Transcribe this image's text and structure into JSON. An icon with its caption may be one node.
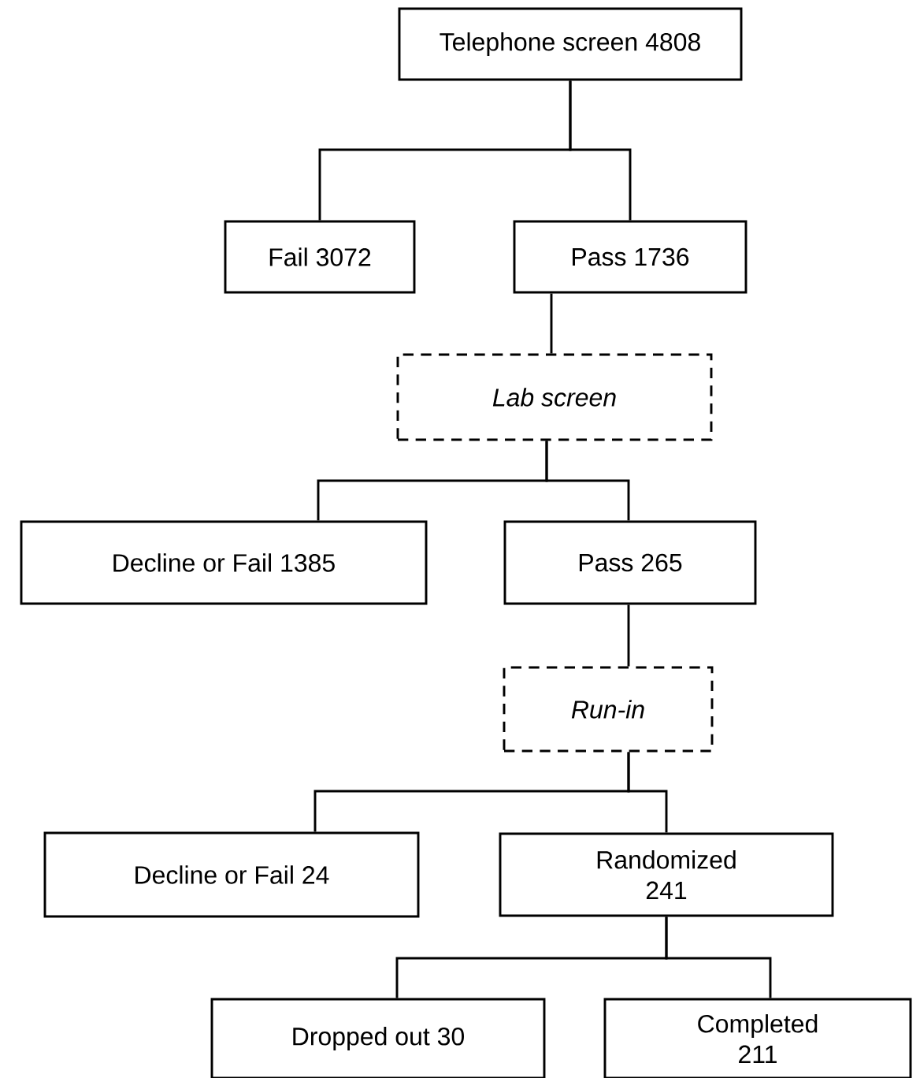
{
  "diagram": {
    "nodes": [
      {
        "text": [
          "Telephone screen 4808"
        ]
      },
      {
        "text": [
          "Fail 3072"
        ]
      },
      {
        "text": [
          "Pass 1736"
        ]
      },
      {
        "text": [
          "Lab screen"
        ]
      },
      {
        "text": [
          "Decline or Fail 1385"
        ]
      },
      {
        "text": [
          "Pass 265"
        ]
      },
      {
        "text": [
          "Run-in"
        ]
      },
      {
        "text": [
          "Decline or Fail 24"
        ]
      },
      {
        "text": [
          "Randomized 241"
        ]
      },
      {
        "text": [
          "Dropped out 30"
        ]
      },
      {
        "text": [
          "Completed 211"
        ]
      }
    ],
    "edges": [
      {
        "from": 0,
        "to": 1,
        "arrow": "none"
      },
      {
        "from": 0,
        "to": 2,
        "arrow": "none"
      },
      {
        "from": 2,
        "to": 3,
        "arrow": "none"
      },
      {
        "from": 3,
        "to": 4,
        "arrow": "none"
      },
      {
        "from": 3,
        "to": 5,
        "arrow": "none"
      },
      {
        "from": 5,
        "to": 6,
        "arrow": "none"
      },
      {
        "from": 6,
        "to": 7,
        "arrow": "none"
      },
      {
        "from": 6,
        "to": 8,
        "arrow": "none"
      },
      {
        "from": 8,
        "to": 9,
        "arrow": "none"
      },
      {
        "from": 8,
        "to": 10,
        "arrow": "none"
      }
    ]
  }
}
